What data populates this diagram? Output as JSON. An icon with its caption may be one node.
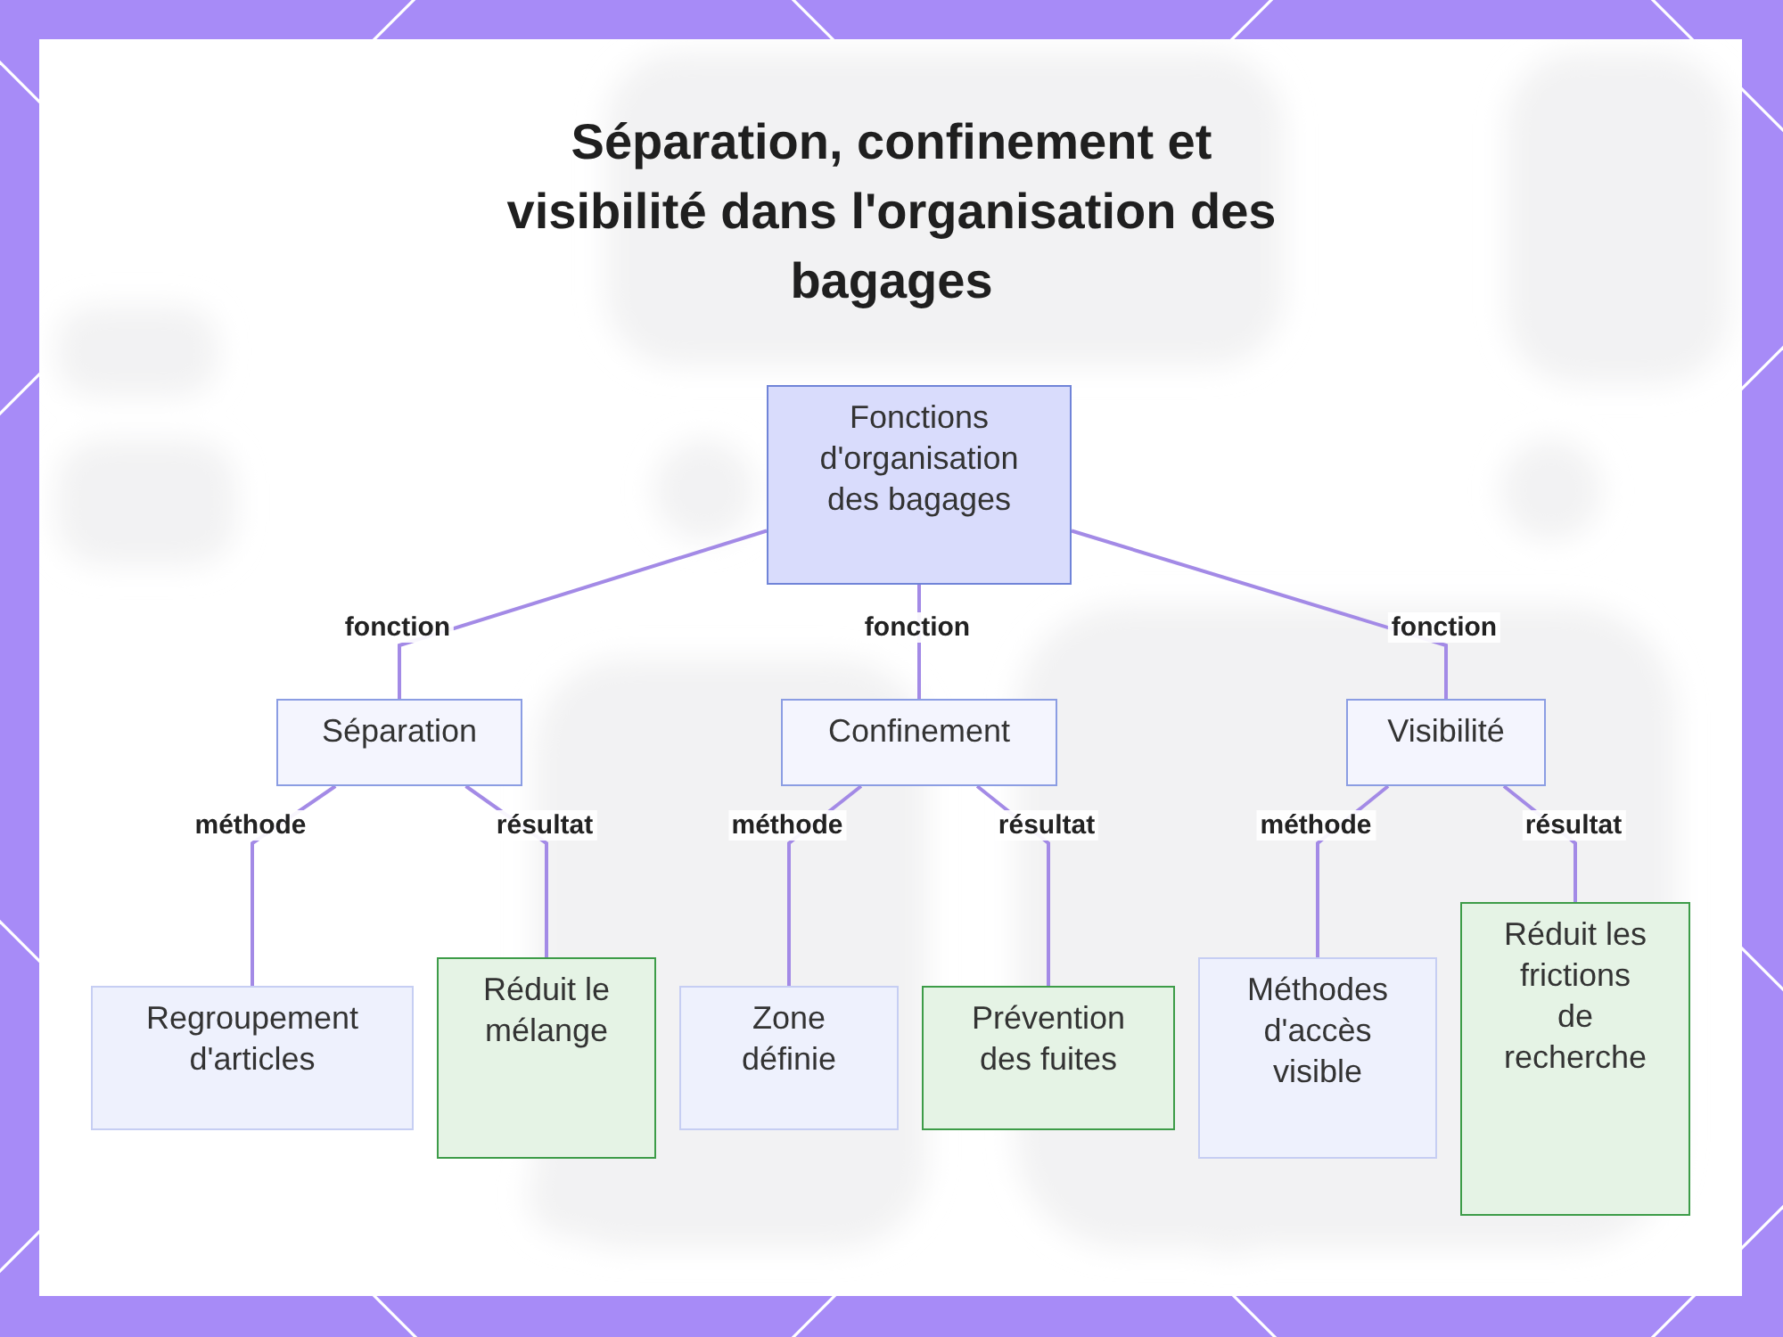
{
  "diagram": {
    "title": "Séparation, confinement et visibilité dans l'organisation des bagages",
    "nodes": [
      {
        "text": [
          "Fonctions d'organisation des bagages"
        ]
      },
      {
        "text": [
          "Séparation"
        ]
      },
      {
        "text": [
          "Confinement"
        ]
      },
      {
        "text": [
          "Visibilité"
        ]
      },
      {
        "text": [
          "Regroupement d'articles"
        ]
      },
      {
        "text": [
          "Réduit le mélange"
        ]
      },
      {
        "text": [
          "Zone définie"
        ]
      },
      {
        "text": [
          "Prévention des fuites"
        ]
      },
      {
        "text": [
          "Méthodes d'accès visible"
        ]
      },
      {
        "text": [
          "Réduit les frictions de recherche"
        ]
      }
    ],
    "edges": [
      {
        "from": 0,
        "to": 1,
        "label": "fonction",
        "arrow": "none"
      },
      {
        "from": 0,
        "to": 2,
        "label": "fonction",
        "arrow": "none"
      },
      {
        "from": 0,
        "to": 3,
        "label": "fonction",
        "arrow": "none"
      },
      {
        "from": 1,
        "to": 4,
        "label": "méthode",
        "arrow": "none"
      },
      {
        "from": 1,
        "to": 5,
        "label": "résultat",
        "arrow": "none"
      },
      {
        "from": 2,
        "to": 6,
        "label": "méthode",
        "arrow": "none"
      },
      {
        "from": 2,
        "to": 7,
        "label": "résultat",
        "arrow": "none"
      },
      {
        "from": 3,
        "to": 8,
        "label": "méthode",
        "arrow": "none"
      },
      {
        "from": 3,
        "to": 9,
        "label": "résultat",
        "arrow": "none"
      }
    ]
  }
}
